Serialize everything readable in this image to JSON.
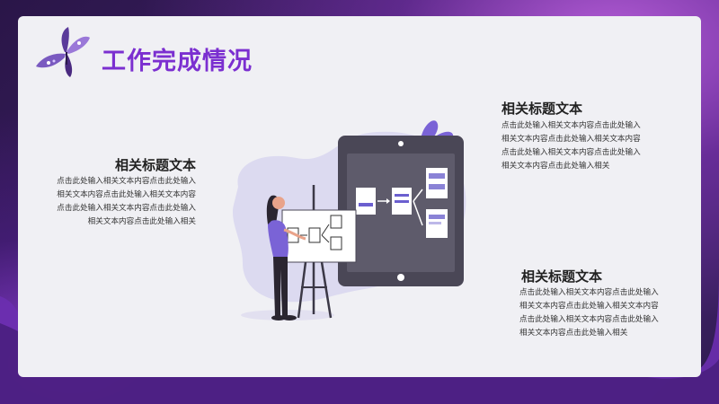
{
  "slide": {
    "title": "工作完成情况",
    "sections": [
      {
        "heading": "相关标题文本",
        "text": "点击此处输入相关文本内容点击此处输入相关文本内容点击此处输入相关文本内容点击此处输入相关文本内容点击此处输入相关文本内容点击此处输入相关"
      },
      {
        "heading": "相关标题文本",
        "text": "点击此处输入相关文本内容点击此处输入相关文本内容点击此处输入相关文本内容点击此处输入相关文本内容点击此处输入相关文本内容点击此处输入相关"
      },
      {
        "heading": "相关标题文本",
        "text": "点击此处输入相关文本内容点击此处输入相关文本内容点击此处输入相关文本内容点击此处输入相关文本内容点击此处输入相关文本内容点击此处输入相关"
      }
    ]
  },
  "colors": {
    "accent": "#7b2fd0",
    "background": "#3b1d63",
    "panel": "#f0f0f4",
    "tablet": "#4a4756"
  },
  "icons": [
    "butterfly-icon",
    "tablet-illustration",
    "woman-at-easel-illustration"
  ]
}
